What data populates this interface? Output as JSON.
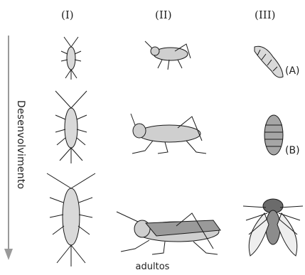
{
  "columns": [
    "(I)",
    "(II)",
    "(III)"
  ],
  "axis_label": "Desenvolvimento",
  "stage_labels": [
    "(A)",
    "(B)"
  ],
  "footer": "adultos",
  "colors": {
    "ink": "#1a1a1a",
    "arrow": "#9a9a9a",
    "shade": "#6b6b6b"
  }
}
